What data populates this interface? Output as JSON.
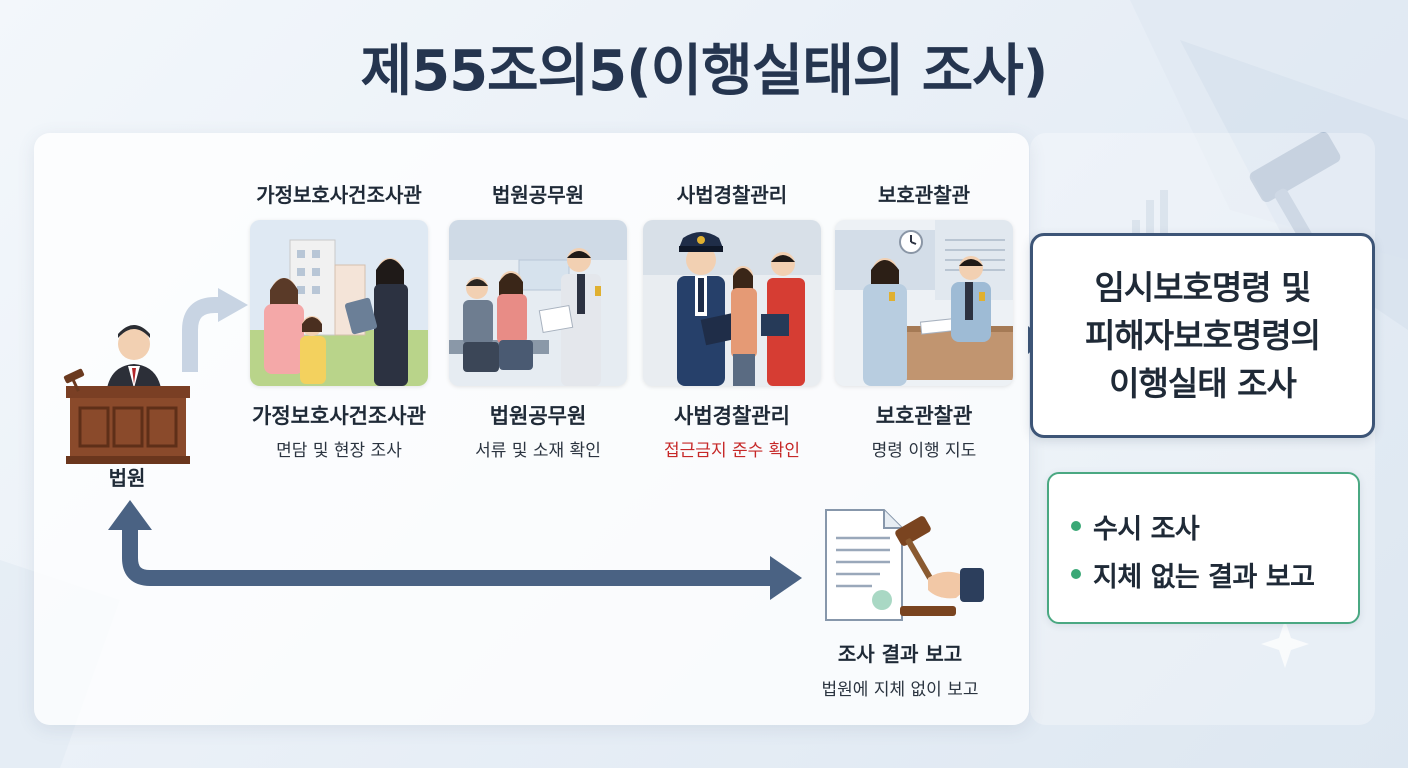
{
  "title": "제55조의5(이행실태의 조사)",
  "court": {
    "label": "법원"
  },
  "agencies": [
    {
      "label": "가정보호사건조사관",
      "title": "가정보호사건조사관",
      "desc": "면담 및 현장 조사",
      "desc_color": "#2b3440"
    },
    {
      "label": "법원공무원",
      "title": "법원공무원",
      "desc": "서류 및 소재 확인",
      "desc_color": "#2b3440"
    },
    {
      "label": "사법경찰관리",
      "title": "사법경찰관리",
      "desc": "접근금지 준수 확인",
      "desc_color": "#c62828"
    },
    {
      "label": "보호관찰관",
      "title": "보호관찰관",
      "desc": "명령 이행 지도",
      "desc_color": "#2b3440"
    }
  ],
  "report": {
    "title": "조사 결과 보고",
    "desc": "법원에 지체 없이 보고"
  },
  "summary": {
    "lines": [
      "임시보호명령 및",
      "피해자보호명령의",
      "이행실태 조사"
    ]
  },
  "checklist": {
    "items": [
      "수시 조사",
      "지체 없는 결과 보고"
    ]
  },
  "colors": {
    "title": "#25354f",
    "arrow": "#4a6283",
    "accent_green": "#3aa876",
    "summary_border": "#3d5577",
    "warning_red": "#c62828"
  }
}
